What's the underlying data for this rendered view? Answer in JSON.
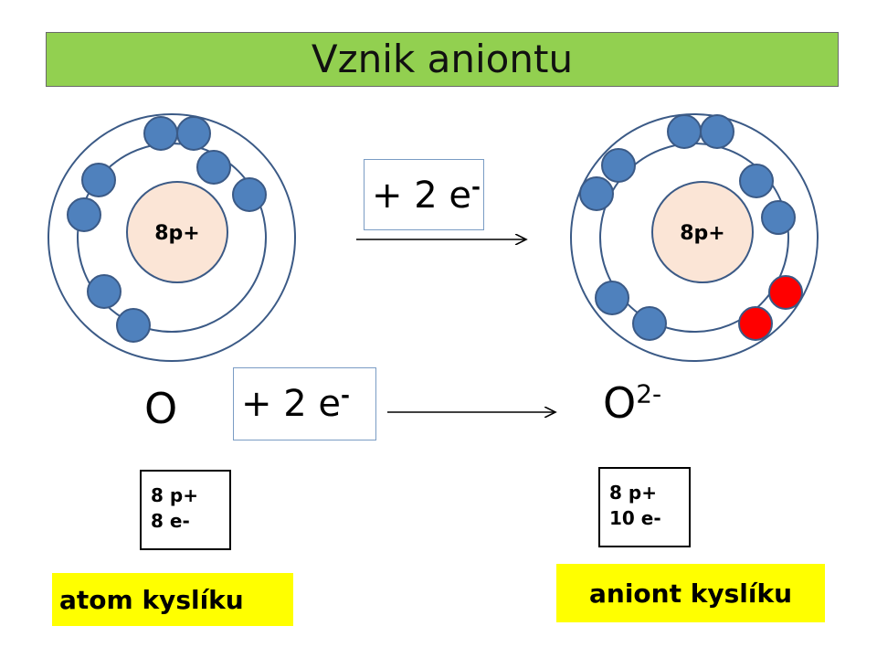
{
  "title": "Vznik aniontu",
  "atom": {
    "nucleus_label": "8p+",
    "symbol": "O",
    "counts": [
      "8 p+",
      "8 e-"
    ],
    "label": "atom kyslíku",
    "electrons_inner": 2,
    "electrons_outer": 6
  },
  "anion": {
    "nucleus_label": "8p+",
    "symbol": "O",
    "charge": "2-",
    "counts": [
      "8 p+",
      "10 e-"
    ],
    "label": "aniont kyslíku",
    "electrons_inner": 2,
    "electrons_outer": 8,
    "added_electrons": 2
  },
  "reaction_top": {
    "prefix": "+ 2 e",
    "superscript": "-"
  },
  "reaction_mid": {
    "prefix": "+ 2 e",
    "superscript": "-"
  },
  "colors": {
    "title_bar": "#92d050",
    "nucleus": "#fbe5d6",
    "electron": "#4f81bd",
    "added_electron": "#ff0000",
    "orbit": "#3b5a86",
    "label_bg": "#ffff00"
  }
}
